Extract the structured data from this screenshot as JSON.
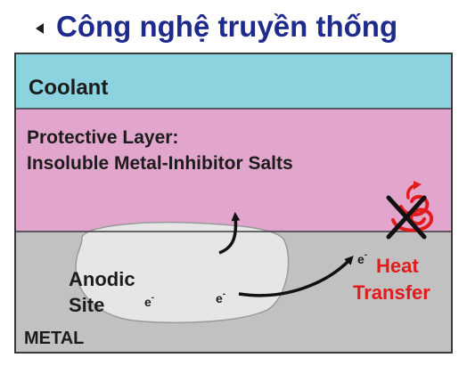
{
  "slide": {
    "title": "Công nghệ truyền thống"
  },
  "diagram": {
    "coolant_label": "Coolant",
    "protective_layer_line1": "Protective Layer:",
    "protective_layer_line2": "Insoluble Metal-Inhibitor Salts",
    "anodic_line1": "Anodic",
    "anodic_line2": "Site",
    "metal_label": "METAL",
    "electron_symbol": "e",
    "electron_charge": "-",
    "heat_line1": "Heat",
    "heat_line2": "Transfer"
  },
  "colors": {
    "title": "#1f2b8c",
    "coolant": "#8ad3df",
    "protective_layer": "#e2a6cc",
    "metal": "#c1c1c1",
    "anodic_site": "#e6e6e6",
    "heat_text": "#e21c1c",
    "text": "#1c1c1c"
  },
  "icons": [
    "triangle-bullet-icon",
    "curved-arrow-icon",
    "heat-flame-icon",
    "cross-icon"
  ]
}
